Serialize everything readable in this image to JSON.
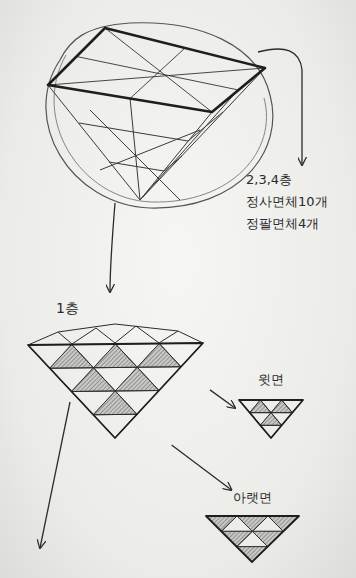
{
  "diagram": {
    "nodes": [
      {
        "text": [
          "1층"
        ]
      },
      {
        "text": [
          "윗면"
        ]
      },
      {
        "text": [
          "아랫면"
        ]
      }
    ],
    "edges": [
      {
        "from": 0,
        "to": 1,
        "arrow": "to"
      },
      {
        "from": 0,
        "to": 2,
        "arrow": "to"
      }
    ],
    "labels": [
      "2,3,4층",
      "정사면체10개",
      "정팔면체4개"
    ]
  }
}
